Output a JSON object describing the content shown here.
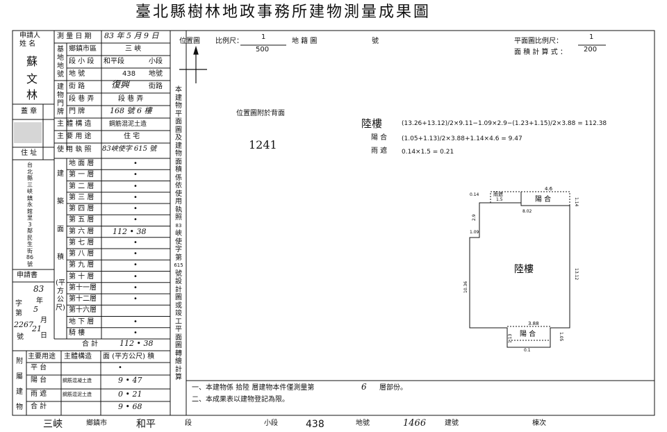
{
  "title": "臺北縣樹林地政事務所建物測量成果圖",
  "left_form": {
    "applicant_label_1": "申請人",
    "applicant_label_2": "姓 名",
    "applicant_name": [
      "蘇",
      "文",
      "林"
    ],
    "seal_label": "蓋 章",
    "address_label": "住 址",
    "address_value": [
      "台",
      "北",
      "縣",
      "三",
      "峽",
      "鎮",
      "永",
      "館",
      "里",
      "3",
      "鄰",
      "民",
      "生",
      "街",
      "86",
      "號"
    ],
    "application_label": "申請書",
    "app_year_char": "年",
    "app_word": "字",
    "app_month_char": "月",
    "app_no": "第",
    "app_day_char": "日",
    "app_hao": "號",
    "app_year_hand": "83",
    "app_month_hand": "5",
    "app_day_hand": "21",
    "app_number_hand": "2267",
    "survey_date_label": "測 量 日 期",
    "survey_date_value": "83 年 5 月 9 日",
    "base_label": "基地地號",
    "town_label": "鄉鎮市區",
    "town_value": "三 峽",
    "section_label": "段 小 段",
    "section_value": "和平段",
    "subsection_suffix": "小段",
    "lot_label": "地 號",
    "lot_value": "438",
    "lot_suffix": "地號",
    "doorplate_label": "建物門牌",
    "street_label": "街 路",
    "street_value": "復興",
    "street_suffix": "街路",
    "lane_label": "段 巷 弄",
    "lane_value": "段 巷 弄",
    "door_label": "門 牌",
    "door_value": "168 號 6 樓",
    "structure_label": "主 體 構 造",
    "structure_value": "鋼筋混泥土造",
    "use_label": "主 要 用 途",
    "use_value": "住 宅",
    "license_label": "使 用 執 照",
    "license_value": "83峽使字 615 號",
    "area_side": [
      "建",
      "築",
      "面",
      "積",
      "(平方公尺)"
    ],
    "floors": [
      {
        "label": "地 面 層",
        "value": "•"
      },
      {
        "label": "第 一 層",
        "value": "•"
      },
      {
        "label": "第 二 層",
        "value": "•"
      },
      {
        "label": "第 三 層",
        "value": "•"
      },
      {
        "label": "第 四 層",
        "value": "•"
      },
      {
        "label": "第 五 層",
        "value": "•"
      },
      {
        "label": "第 六 層",
        "value": "112 • 38"
      },
      {
        "label": "第 七 層",
        "value": "•"
      },
      {
        "label": "第 八 層",
        "value": "•"
      },
      {
        "label": "第 九 層",
        "value": "•"
      },
      {
        "label": "第 十 層",
        "value": "•"
      },
      {
        "label": "第十一層",
        "value": "•"
      },
      {
        "label": "第十二層",
        "value": "•"
      },
      {
        "label": "第十六層",
        "value": ""
      },
      {
        "label": "地 下 層",
        "value": "•"
      },
      {
        "label": "騎 樓",
        "value": "•"
      }
    ],
    "total_label": "合 計",
    "total_value": "112 • 38",
    "attached_label": [
      "附",
      "屬",
      "建",
      "物"
    ],
    "att_header": [
      "主要用途",
      "主體構造",
      "面 (平方公尺) 積"
    ],
    "attached": [
      {
        "use": "平 台",
        "struct": "",
        "area": "•"
      },
      {
        "use": "陽 台",
        "struct": "鋼筋混凝土造",
        "area": "9 • 47"
      },
      {
        "use": "雨 遮",
        "struct": "鋼筋混泥土造",
        "area": "0 • 21"
      },
      {
        "use": "合 計",
        "struct": "",
        "area": "9 • 68"
      }
    ]
  },
  "vertical_note": [
    "本",
    "建",
    "物",
    "平",
    "面",
    "圖",
    "及",
    "建",
    "物",
    "面",
    "積",
    "係",
    "依",
    "使",
    "用",
    "執",
    "照",
    "83",
    "峽",
    "使",
    "字",
    "第",
    "615",
    "號",
    "設",
    "計",
    "圖",
    "或",
    "竣",
    "工",
    "平",
    "面",
    "圖",
    "轉",
    "繪",
    "計",
    "算"
  ],
  "map": {
    "location_label": "位置圖",
    "scale_label": "比例尺：",
    "scale_num": "1",
    "scale_den": "500",
    "cadastral_label": "地 籍 圖",
    "number_label": "號",
    "location_note": "位置圖附於背面",
    "lot_number": "1241",
    "plan_scale_label": "平面圖比例尺：",
    "plan_scale_num": "1",
    "plan_scale_den": "200",
    "area_calc_label": "面 積 計 算 式 ："
  },
  "calc": {
    "main_label": "陸樓",
    "main_formula": "(13.26+13.12)/2×9.11−1.09×2.9−(1.23+1.15)/2×3.88 = 112.38",
    "balcony_label": "陽 合",
    "balcony_formula": "(1.05+1.13)/2×3.88+1.14×4.6 = 9.47",
    "canopy_label": "雨 遮",
    "canopy_formula": "0.14×1.5 = 0.21"
  },
  "plan": {
    "room_label": "陸樓",
    "balcony_top": "陽 合",
    "balcony_bottom": "陽 合",
    "canopy": "雨遮",
    "dims": {
      "d014": "0.14",
      "d15": "1.5",
      "d46": "4.6",
      "d114": "1.14",
      "d802": "8.02",
      "d29": "2.9",
      "d109": "1.09",
      "d1036": "10.36",
      "d1312": "13.12",
      "d388": "3.88",
      "d113": "1.13",
      "d105": "1.05",
      "d01": "0.1"
    }
  },
  "notes": [
    "一、本建物係 拾陸 層建物本件僅測量第",
    "層部份。",
    "二、本成果表以建物登記為限。"
  ],
  "note_floor_hand": "6",
  "bottom": {
    "town": "三峽",
    "town_label": "鄉鎮市",
    "section": "和平",
    "section_label": "段",
    "subsection_label": "小段",
    "lot": "438",
    "lot_label": "地號",
    "bld_no": "1466",
    "bld_label": "建號",
    "floor_label": "棟次"
  },
  "colors": {
    "ink": "#111111",
    "paper": "#ffffff"
  }
}
